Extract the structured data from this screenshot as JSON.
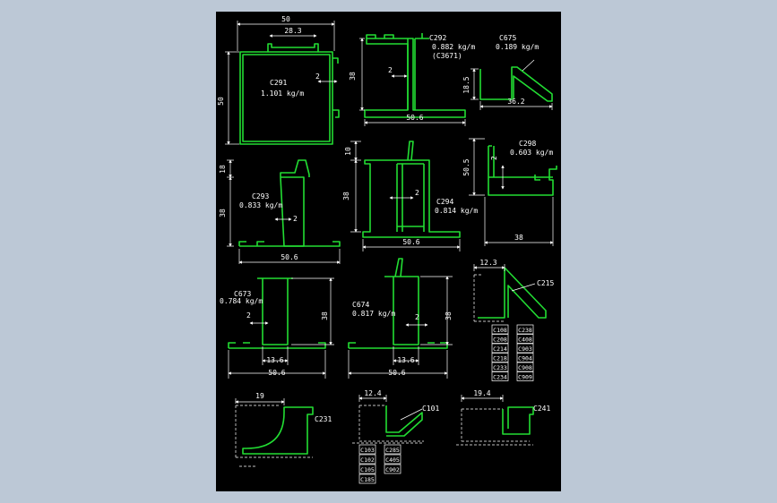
{
  "colors": {
    "background": "#bcc8d6",
    "sheet": "#000000",
    "profile": "#22dd33",
    "dimension": "#ffffff"
  },
  "profiles": {
    "c291": {
      "code": "C291",
      "weight": "1.101 kg/m",
      "dim_width": "50",
      "dim_inner": "28.3",
      "dim_height": "50",
      "dim_wall": "2"
    },
    "c292": {
      "code": "C292",
      "weight": "0.882 kg/m",
      "alt": "(C3671)",
      "dim_height": "38",
      "dim_wall": "2",
      "dim_width": "50.6"
    },
    "c675": {
      "code": "C675",
      "weight": "0.189 kg/m",
      "dim_height": "18.5",
      "dim_width": "36.2"
    },
    "c293": {
      "code": "C293",
      "weight": "0.833 kg/m",
      "dim_top": "18",
      "dim_height": "38",
      "dim_wall": "2",
      "dim_width": "50.6"
    },
    "c294": {
      "code": "C294",
      "weight": "0.814 kg/m",
      "dim_top": "10",
      "dim_height": "38",
      "dim_wall": "2",
      "dim_width": "50.6"
    },
    "c298": {
      "code": "C298",
      "weight": "0.603 kg/m",
      "dim_wall": "2",
      "dim_height": "50.5",
      "dim_width": "38"
    },
    "c673": {
      "code": "C673",
      "weight": "0.784 kg/m",
      "dim_wall": "2",
      "dim_height": "38",
      "dim_inner": "13.6",
      "dim_width": "50.6"
    },
    "c674": {
      "code": "C674",
      "weight": "0.817 kg/m",
      "dim_wall": "2",
      "dim_height": "38",
      "dim_inner": "13.6",
      "dim_width": "50.6"
    },
    "c215": {
      "code": "C215",
      "dim_width": "12.3",
      "compat_left": [
        "C108",
        "C208",
        "C214",
        "C218",
        "C233",
        "C234"
      ],
      "compat_right": [
        "C238",
        "C408",
        "C903",
        "C904",
        "C908",
        "C909"
      ]
    },
    "c231": {
      "code": "C231",
      "dim_width": "19"
    },
    "c101": {
      "code": "C101",
      "dim_width": "12.4",
      "compat_left": [
        "C103",
        "C102",
        "C105",
        "C185"
      ],
      "compat_right": [
        "C285",
        "C405",
        "C902"
      ]
    },
    "c241": {
      "code": "C241",
      "dim_width": "19.4"
    }
  }
}
